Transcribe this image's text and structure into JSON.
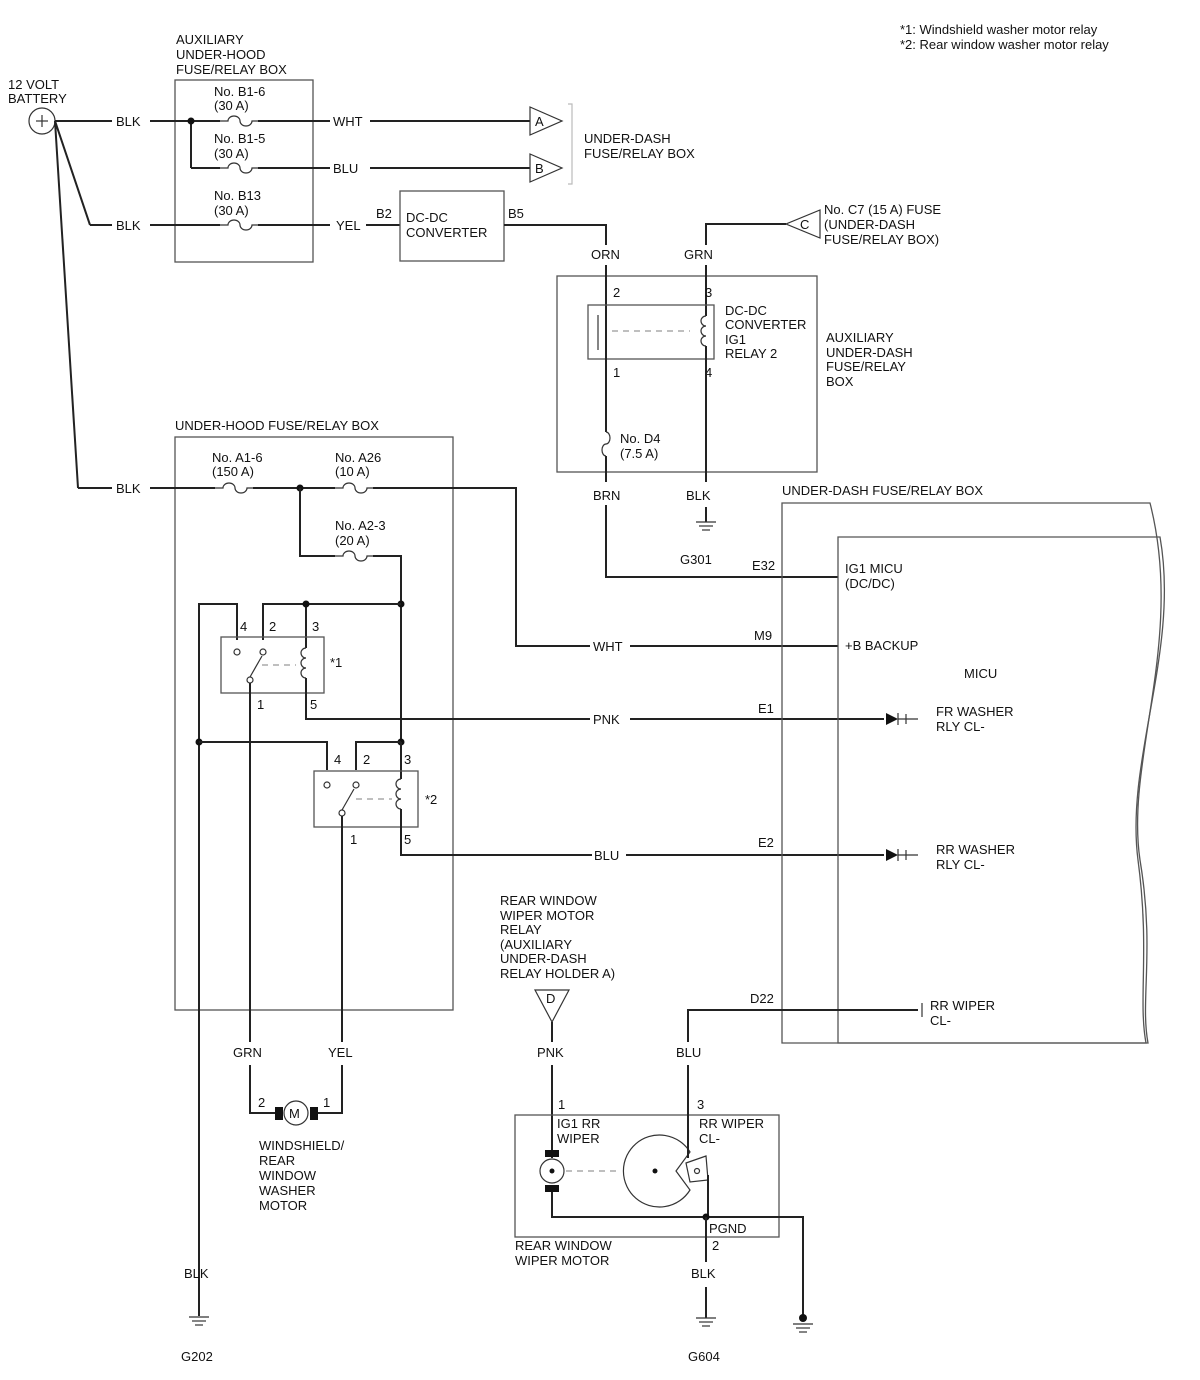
{
  "notes": {
    "note1": "*1: Windshield washer motor relay",
    "note2": "*2: Rear window washer motor relay"
  },
  "battery": {
    "line1": "12 VOLT",
    "line2": "BATTERY"
  },
  "aux_underhood_box": {
    "line1": "AUXILIARY",
    "line2": "UNDER-HOOD",
    "line3": "FUSE/RELAY BOX"
  },
  "fuses": {
    "b1_6": {
      "name": "No. B1-6",
      "rating": "(30 A)"
    },
    "b1_5": {
      "name": "No. B1-5",
      "rating": "(30 A)"
    },
    "b13": {
      "name": "No. B13",
      "rating": "(30 A)"
    },
    "a1_6": {
      "name": "No. A1-6",
      "rating": "(150 A)"
    },
    "a26": {
      "name": "No. A26",
      "rating": "(10 A)"
    },
    "a2_3": {
      "name": "No. A2-3",
      "rating": "(20 A)"
    },
    "d4": {
      "name": "No. D4",
      "rating": "(7.5 A)"
    }
  },
  "wires": {
    "blk": "BLK",
    "wht": "WHT",
    "blu": "BLU",
    "yel": "YEL",
    "orn": "ORN",
    "grn": "GRN",
    "brn": "BRN",
    "pnk": "PNK"
  },
  "connectors": {
    "a": "A",
    "b": "B",
    "c": "C",
    "d": "D"
  },
  "underdash_box_ref": {
    "line1": "UNDER-DASH",
    "line2": "FUSE/RELAY BOX"
  },
  "dcdc": {
    "line1": "DC-DC",
    "line2": "CONVERTER",
    "pin_in": "B2",
    "pin_out": "B5"
  },
  "c7_fuse": {
    "line1": "No. C7 (15 A) FUSE",
    "line2": "(UNDER-DASH",
    "line3": "FUSE/RELAY BOX)"
  },
  "relay2": {
    "line1": "DC-DC",
    "line2": "CONVERTER",
    "line3": "IG1",
    "line4": "RELAY 2"
  },
  "aux_underdash_box": {
    "line1": "AUXILIARY",
    "line2": "UNDER-DASH",
    "line3": "FUSE/RELAY",
    "line4": "BOX"
  },
  "pins": {
    "p1": "1",
    "p2": "2",
    "p3": "3",
    "p4": "4",
    "p5": "5"
  },
  "grounds": {
    "g301": "G301",
    "g202": "G202",
    "g604": "G604"
  },
  "underhood_box": {
    "title": "UNDER-HOOD FUSE/RELAY BOX"
  },
  "relay_marks": {
    "r1": "*1",
    "r2": "*2"
  },
  "underdash_box": {
    "title": "UNDER-DASH FUSE/RELAY BOX"
  },
  "micu": {
    "title": "MICU",
    "ig1_line1": "IG1 MICU",
    "ig1_line2": "(DC/DC)",
    "backup": "+B BACKUP",
    "fr_line1": "FR WASHER",
    "fr_line2": "RLY CL-",
    "rr_line1": "RR WASHER",
    "rr_line2": "RLY CL-",
    "wiper_line1": "RR WIPER",
    "wiper_line2": "CL-",
    "pin_e32": "E32",
    "pin_m9": "M9",
    "pin_e1": "E1",
    "pin_e2": "E2",
    "pin_d22": "D22"
  },
  "washer_motor": {
    "symbol": "M",
    "line1": "WINDSHIELD/",
    "line2": "REAR",
    "line3": "WINDOW",
    "line4": "WASHER",
    "line5": "MOTOR"
  },
  "rr_relay": {
    "line1": "REAR WINDOW",
    "line2": "WIPER MOTOR",
    "line3": "RELAY",
    "line4": "(AUXILIARY",
    "line5": "UNDER-DASH",
    "line6": "RELAY HOLDER A)"
  },
  "wiper_motor": {
    "ig1_line1": "IG1 RR",
    "ig1_line2": "WIPER",
    "cl_line1": "RR WIPER",
    "cl_line2": "CL-",
    "pgnd": "PGND",
    "name_line1": "REAR WINDOW",
    "name_line2": "WIPER MOTOR"
  }
}
